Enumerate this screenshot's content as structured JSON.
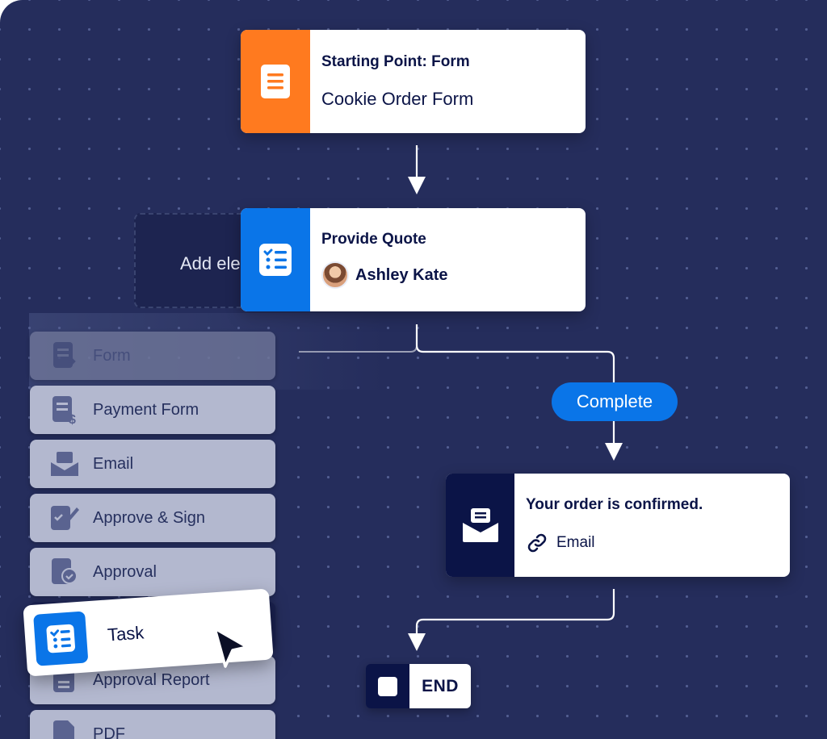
{
  "workflow": {
    "start": {
      "kicker": "Starting Point: Form",
      "title": "Cookie Order Form",
      "icon": "form-icon"
    },
    "quote": {
      "title": "Provide Quote",
      "assignee": "Ashley Kate",
      "icon": "task-icon"
    },
    "branch_label": "Complete",
    "email_step": {
      "title": "Your order is confirmed.",
      "type": "Email",
      "icon": "email-icon",
      "type_icon": "link-icon"
    },
    "end_label": "END"
  },
  "add_element": {
    "label": "Add ele"
  },
  "palette": {
    "items": [
      {
        "label": "Form",
        "icon": "form-icon"
      },
      {
        "label": "Payment Form",
        "icon": "payment-form-icon"
      },
      {
        "label": "Email",
        "icon": "email-icon"
      },
      {
        "label": "Approve & Sign",
        "icon": "approve-sign-icon"
      },
      {
        "label": "Approval",
        "icon": "approval-icon"
      },
      {
        "label": "Approval Report",
        "icon": "approval-report-icon"
      },
      {
        "label": "PDF",
        "icon": "pdf-icon"
      }
    ],
    "dragging": {
      "label": "Task",
      "icon": "task-icon"
    }
  },
  "colors": {
    "canvas": "#252d5c",
    "form_accent": "#ff7a1f",
    "task_accent": "#0a75e8",
    "email_accent": "#0b1447",
    "palette_item": "#b3b8cf"
  }
}
